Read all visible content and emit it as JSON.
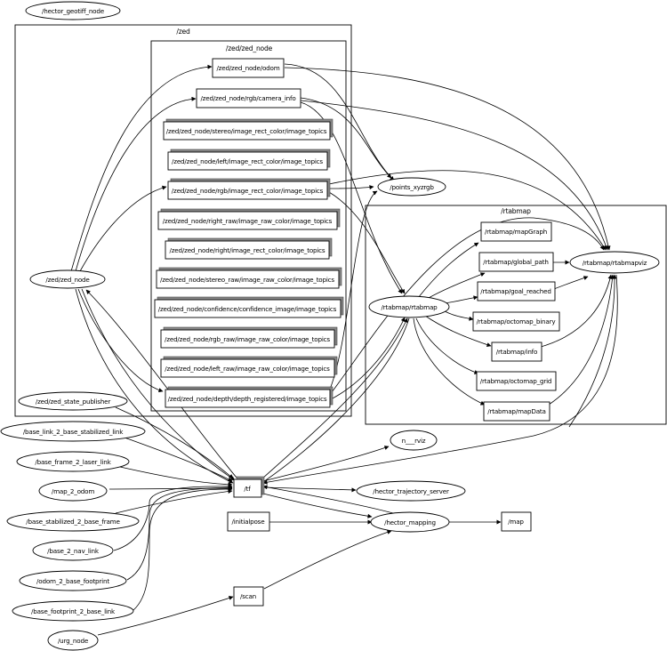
{
  "graph": {
    "clusters": [
      {
        "id": "zed",
        "label": "/zed"
      },
      {
        "id": "zed_node",
        "label": "/zed/zed_node"
      },
      {
        "id": "rtabmap",
        "label": "/rtabmap"
      }
    ],
    "nodes": [
      {
        "id": "hector_geotiff_node",
        "label": "/hector_geotiff_node",
        "shape": "ellipse"
      },
      {
        "id": "zed_zed_node",
        "label": "/zed/zed_node",
        "shape": "ellipse"
      },
      {
        "id": "odom",
        "label": "/zed/zed_node/odom",
        "shape": "box"
      },
      {
        "id": "camera_info",
        "label": "/zed/zed_node/rgb/camera_info",
        "shape": "box"
      },
      {
        "id": "stereo_rect",
        "label": "/zed/zed_node/stereo/image_rect_color/image_topics",
        "shape": "box3d"
      },
      {
        "id": "left_rect",
        "label": "/zed/zed_node/left/image_rect_color/image_topics",
        "shape": "box3d"
      },
      {
        "id": "rgb_rect",
        "label": "/zed/zed_node/rgb/image_rect_color/image_topics",
        "shape": "box3d"
      },
      {
        "id": "right_raw",
        "label": "/zed/zed_node/right_raw/image_raw_color/image_topics",
        "shape": "box3d"
      },
      {
        "id": "right_rect",
        "label": "/zed/zed_node/right/image_rect_color/image_topics",
        "shape": "box3d"
      },
      {
        "id": "stereo_raw",
        "label": "/zed/zed_node/stereo_raw/image_raw_color/image_topics",
        "shape": "box3d"
      },
      {
        "id": "confidence",
        "label": "/zed/zed_node/confidence/confidence_image/image_topics",
        "shape": "box3d"
      },
      {
        "id": "rgb_raw",
        "label": "/zed/zed_node/rgb_raw/image_raw_color/image_topics",
        "shape": "box3d"
      },
      {
        "id": "left_raw",
        "label": "/zed/zed_node/left_raw/image_raw_color/image_topics",
        "shape": "box3d"
      },
      {
        "id": "depth_reg",
        "label": "/zed/zed_node/depth/depth_registered/image_topics",
        "shape": "box3d"
      },
      {
        "id": "points_xyzrgb",
        "label": "/points_xyzrgb",
        "shape": "ellipse"
      },
      {
        "id": "rtabmap_rtabmap",
        "label": "/rtabmap/rtabmap",
        "shape": "ellipse"
      },
      {
        "id": "mapGraph",
        "label": "/rtabmap/mapGraph",
        "shape": "box"
      },
      {
        "id": "global_path",
        "label": "/rtabmap/global_path",
        "shape": "box"
      },
      {
        "id": "goal_reached",
        "label": "/rtabmap/goal_reached",
        "shape": "box"
      },
      {
        "id": "octomap_binary",
        "label": "/rtabmap/octomap_binary",
        "shape": "box"
      },
      {
        "id": "info",
        "label": "/rtabmap/info",
        "shape": "box"
      },
      {
        "id": "octomap_grid",
        "label": "/rtabmap/octomap_grid",
        "shape": "box"
      },
      {
        "id": "mapData",
        "label": "/rtabmap/mapData",
        "shape": "box"
      },
      {
        "id": "rtabmapviz",
        "label": "/rtabmap/rtabmapviz",
        "shape": "ellipse"
      },
      {
        "id": "zed_state_publisher",
        "label": "/zed/zed_state_publisher",
        "shape": "ellipse"
      },
      {
        "id": "bl2bsl",
        "label": "/base_link_2_base_stabilized_link",
        "shape": "ellipse"
      },
      {
        "id": "bf2ll",
        "label": "/base_frame_2_laser_link",
        "shape": "ellipse"
      },
      {
        "id": "map2odom",
        "label": "/map_2_odom",
        "shape": "ellipse"
      },
      {
        "id": "bs2bf",
        "label": "/base_stabilized_2_base_frame",
        "shape": "ellipse"
      },
      {
        "id": "b2nav",
        "label": "/base_2_nav_link",
        "shape": "ellipse"
      },
      {
        "id": "odom2bfp",
        "label": "/odom_2_base_footprint",
        "shape": "ellipse"
      },
      {
        "id": "bfp2bl",
        "label": "/base_footprint_2_base_link",
        "shape": "ellipse"
      },
      {
        "id": "urg_node",
        "label": "/urg_node",
        "shape": "ellipse"
      },
      {
        "id": "tf",
        "label": "/tf",
        "shape": "box3d"
      },
      {
        "id": "initialpose",
        "label": "/initialpose",
        "shape": "box"
      },
      {
        "id": "scan",
        "label": "/scan",
        "shape": "box"
      },
      {
        "id": "n_rviz",
        "label": "n___rviz",
        "shape": "ellipse"
      },
      {
        "id": "hector_trajectory_server",
        "label": "/hector_trajectory_server",
        "shape": "ellipse"
      },
      {
        "id": "hector_mapping",
        "label": "/hector_mapping",
        "shape": "ellipse"
      },
      {
        "id": "map",
        "label": "/map",
        "shape": "box"
      }
    ],
    "edges": [
      {
        "from": "zed_zed_node",
        "to": "odom"
      },
      {
        "from": "zed_zed_node",
        "to": "camera_info"
      },
      {
        "from": "zed_zed_node",
        "to": "rgb_rect"
      },
      {
        "from": "zed_zed_node",
        "to": "depth_reg"
      },
      {
        "from": "zed_zed_node",
        "to": "tf"
      },
      {
        "from": "tf",
        "to": "zed_zed_node"
      },
      {
        "from": "odom",
        "to": "points_xyzrgb"
      },
      {
        "from": "camera_info",
        "to": "points_xyzrgb"
      },
      {
        "from": "rgb_rect",
        "to": "points_xyzrgb"
      },
      {
        "from": "depth_reg",
        "to": "points_xyzrgb"
      },
      {
        "from": "odom",
        "to": "rtabmapviz"
      },
      {
        "from": "camera_info",
        "to": "rtabmapviz"
      },
      {
        "from": "rgb_rect",
        "to": "rtabmapviz"
      },
      {
        "from": "depth_reg",
        "to": "rtabmapviz"
      },
      {
        "from": "odom",
        "to": "rtabmap_rtabmap"
      },
      {
        "from": "camera_info",
        "to": "rtabmap_rtabmap"
      },
      {
        "from": "rgb_rect",
        "to": "rtabmap_rtabmap"
      },
      {
        "from": "depth_reg",
        "to": "rtabmap_rtabmap"
      },
      {
        "from": "tf",
        "to": "rtabmap_rtabmap"
      },
      {
        "from": "rtabmap_rtabmap",
        "to": "mapGraph"
      },
      {
        "from": "rtabmap_rtabmap",
        "to": "global_path"
      },
      {
        "from": "rtabmap_rtabmap",
        "to": "goal_reached"
      },
      {
        "from": "rtabmap_rtabmap",
        "to": "octomap_binary"
      },
      {
        "from": "rtabmap_rtabmap",
        "to": "info"
      },
      {
        "from": "rtabmap_rtabmap",
        "to": "octomap_grid"
      },
      {
        "from": "rtabmap_rtabmap",
        "to": "mapData"
      },
      {
        "from": "rtabmap_rtabmap",
        "to": "tf"
      },
      {
        "from": "global_path",
        "to": "rtabmapviz"
      },
      {
        "from": "goal_reached",
        "to": "rtabmapviz"
      },
      {
        "from": "info",
        "to": "rtabmapviz"
      },
      {
        "from": "mapData",
        "to": "rtabmapviz"
      },
      {
        "from": "tf",
        "to": "rtabmapviz"
      },
      {
        "from": "rtabmapviz",
        "to": "tf"
      },
      {
        "from": "zed_state_publisher",
        "to": "tf"
      },
      {
        "from": "bl2bsl",
        "to": "tf"
      },
      {
        "from": "bf2ll",
        "to": "tf"
      },
      {
        "from": "map2odom",
        "to": "tf"
      },
      {
        "from": "bs2bf",
        "to": "tf"
      },
      {
        "from": "b2nav",
        "to": "tf"
      },
      {
        "from": "odom2bfp",
        "to": "tf"
      },
      {
        "from": "bfp2bl",
        "to": "tf"
      },
      {
        "from": "tf",
        "to": "n_rviz"
      },
      {
        "from": "tf",
        "to": "hector_trajectory_server"
      },
      {
        "from": "tf",
        "to": "hector_mapping"
      },
      {
        "from": "hector_mapping",
        "to": "tf"
      },
      {
        "from": "initialpose",
        "to": "hector_mapping"
      },
      {
        "from": "scan",
        "to": "hector_mapping"
      },
      {
        "from": "urg_node",
        "to": "scan"
      },
      {
        "from": "hector_mapping",
        "to": "map"
      }
    ]
  }
}
